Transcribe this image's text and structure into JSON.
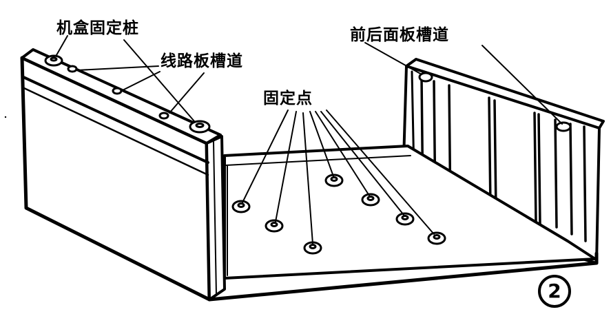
{
  "labels": {
    "case_fixing_post": "机盒固定桩",
    "circuit_board_slot": "线路板槽道",
    "front_back_panel_slot": "前后面板槽道",
    "fixing_points": "固定点"
  },
  "figure_number": "2",
  "colors": {
    "ink": "#000000",
    "paper": "#ffffff"
  }
}
